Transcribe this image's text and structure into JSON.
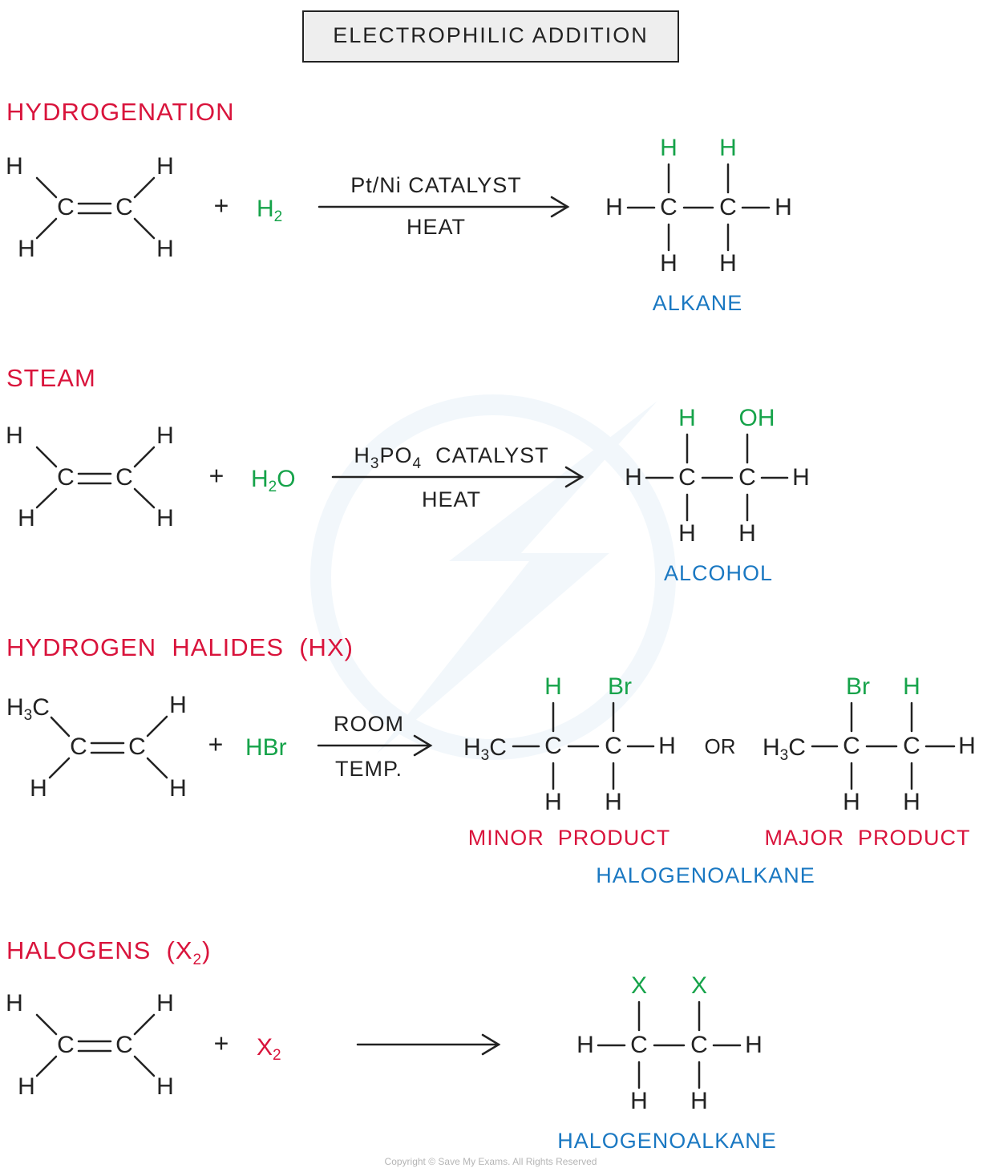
{
  "title": "ELECTROPHILIC ADDITION",
  "copyright": "Copyright © Save My Exams. All Rights Reserved",
  "colors": {
    "heading": "#d9143c",
    "reagent": "#16a34a",
    "product_label": "#1a78c2",
    "bond": "#222222"
  },
  "atoms": {
    "H": "H",
    "C": "C",
    "OH": "OH",
    "Br": "Br",
    "X": "X"
  },
  "plus": "+",
  "or": "OR",
  "reactions": [
    {
      "heading": "HYDROGENATION",
      "reagent": {
        "main": "H",
        "sub": "2"
      },
      "condition_top": "Pt/Ni  CATALYST",
      "condition_bottom": "HEAT",
      "product_label": "ALKANE"
    },
    {
      "heading": "STEAM",
      "reagent": {
        "main": "H",
        "sub": "2",
        "tail": "O"
      },
      "condition_top": {
        "a": "H",
        "a_sub": "3",
        "b": "PO",
        "b_sub": "4",
        "c": "  CATALYST"
      },
      "condition_bottom": "HEAT",
      "product_label": "ALCOHOL"
    },
    {
      "heading": "HYDROGEN  HALIDES  (HX)",
      "reagent": {
        "main": "HBr"
      },
      "substituent": {
        "main": "H",
        "sub": "3",
        "tail": "C"
      },
      "condition_top": "ROOM",
      "condition_bottom": "TEMP.",
      "minor_label": "MINOR  PRODUCT",
      "major_label": "MAJOR  PRODUCT",
      "product_label": "HALOGENOALKANE"
    },
    {
      "heading": {
        "main": "HALOGENS  (X",
        "sub": "2",
        "tail": ")"
      },
      "reagent": {
        "main": "X",
        "sub": "2"
      },
      "product_label": "HALOGENOALKANE"
    }
  ]
}
